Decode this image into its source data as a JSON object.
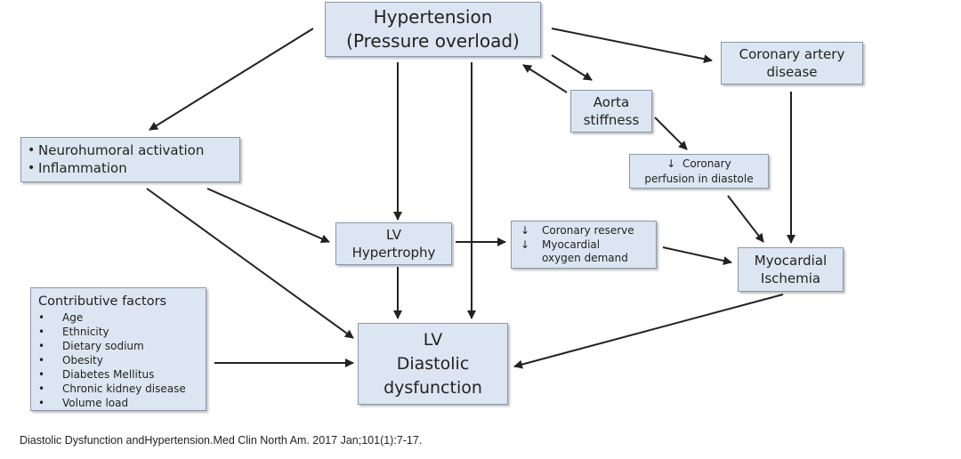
{
  "diagram": {
    "hypertension": [
      "Hypertension",
      "(Pressure overload)"
    ],
    "coronary_artery_disease": [
      "Coronary artery",
      "disease"
    ],
    "aorta_stiffness": [
      "Aorta",
      "stiffness"
    ],
    "neurohumoral": [
      "Neurohumoral activation",
      "Inflammation"
    ],
    "coronary_perfusion": [
      "↓  Coronary",
      "perfusion in diastole"
    ],
    "lv_hypertrophy": [
      "LV",
      "Hypertrophy"
    ],
    "coronary_reserve": {
      "arrows": [
        "↓",
        "↓"
      ],
      "lines": [
        "Coronary reserve",
        "Myocardial",
        "oxygen demand"
      ]
    },
    "myocardial_ischemia": [
      "Myocardial",
      "Ischemia"
    ],
    "contributive_factors": {
      "title": "Contributive factors",
      "items": [
        "Age",
        "Ethnicity",
        "Dietary sodium",
        "Obesity",
        "Diabetes Mellitus",
        "Chronic kidney disease",
        "Volume load"
      ]
    },
    "lv_diastolic": [
      "LV",
      "Diastolic",
      "dysfunction"
    ]
  },
  "citation": "Diastolic Dysfunction andHypertension.Med Clin North Am. 2017 Jan;101(1):7-17.",
  "colors": {
    "box_fill": "#dce6f2",
    "box_border": "#8a97a8",
    "arrow": "#222222"
  }
}
